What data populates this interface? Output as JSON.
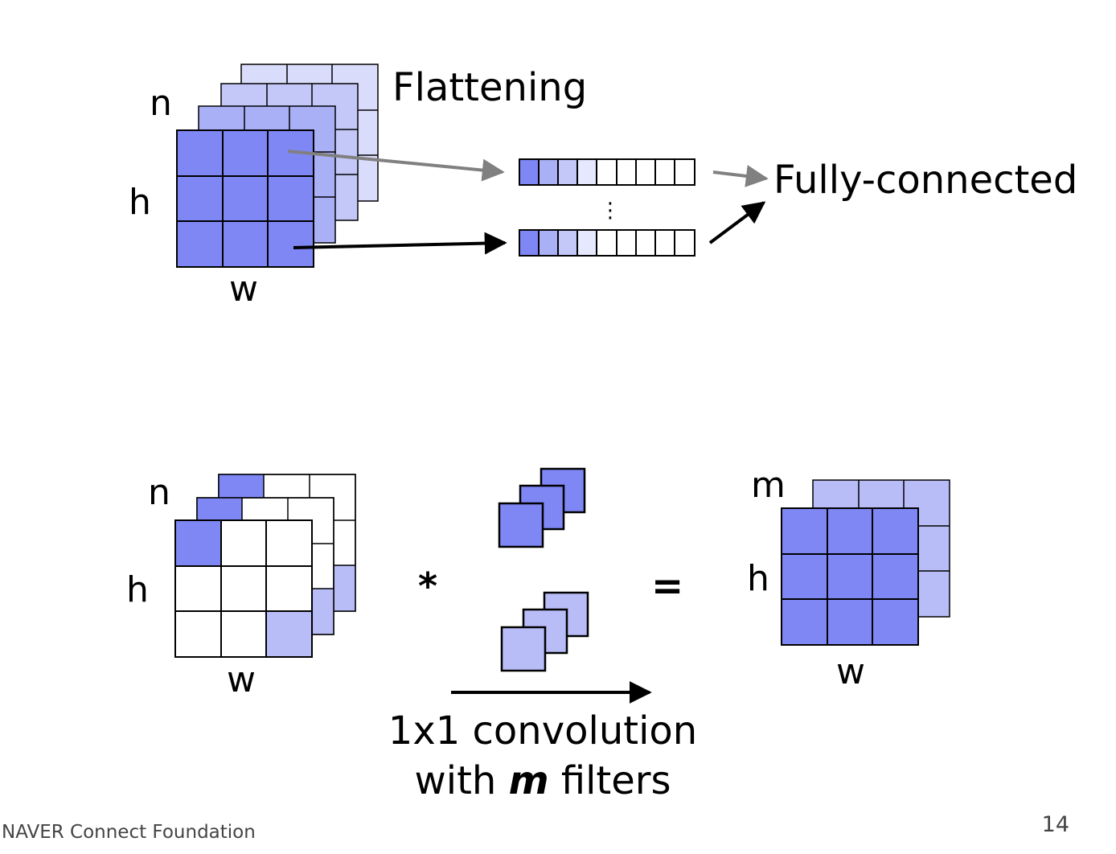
{
  "top": {
    "label_n": "n",
    "label_h": "h",
    "label_w": "w",
    "flattening": "Flattening",
    "dots": "⋮",
    "fully_connected": "Fully-connected"
  },
  "bottom": {
    "label_n": "n",
    "label_h": "h",
    "label_w": "w",
    "operator_conv": "*",
    "operator_eq": "=",
    "label_m": "m",
    "label_h_out": "h",
    "label_w_out": "w",
    "caption_line1": "1x1 convolution",
    "caption_line2_pre": "with ",
    "caption_line2_var": "m",
    "caption_line2_post": " filters"
  },
  "footer": {
    "org": "NAVER Connect Foundation",
    "page": "14"
  },
  "colors": {
    "deep": "#7f87f5",
    "mid": "#a9b0f6",
    "light": "#d3d7fb",
    "white": "#ffffff",
    "grid": "#000000",
    "gray_arrow": "#808080"
  }
}
